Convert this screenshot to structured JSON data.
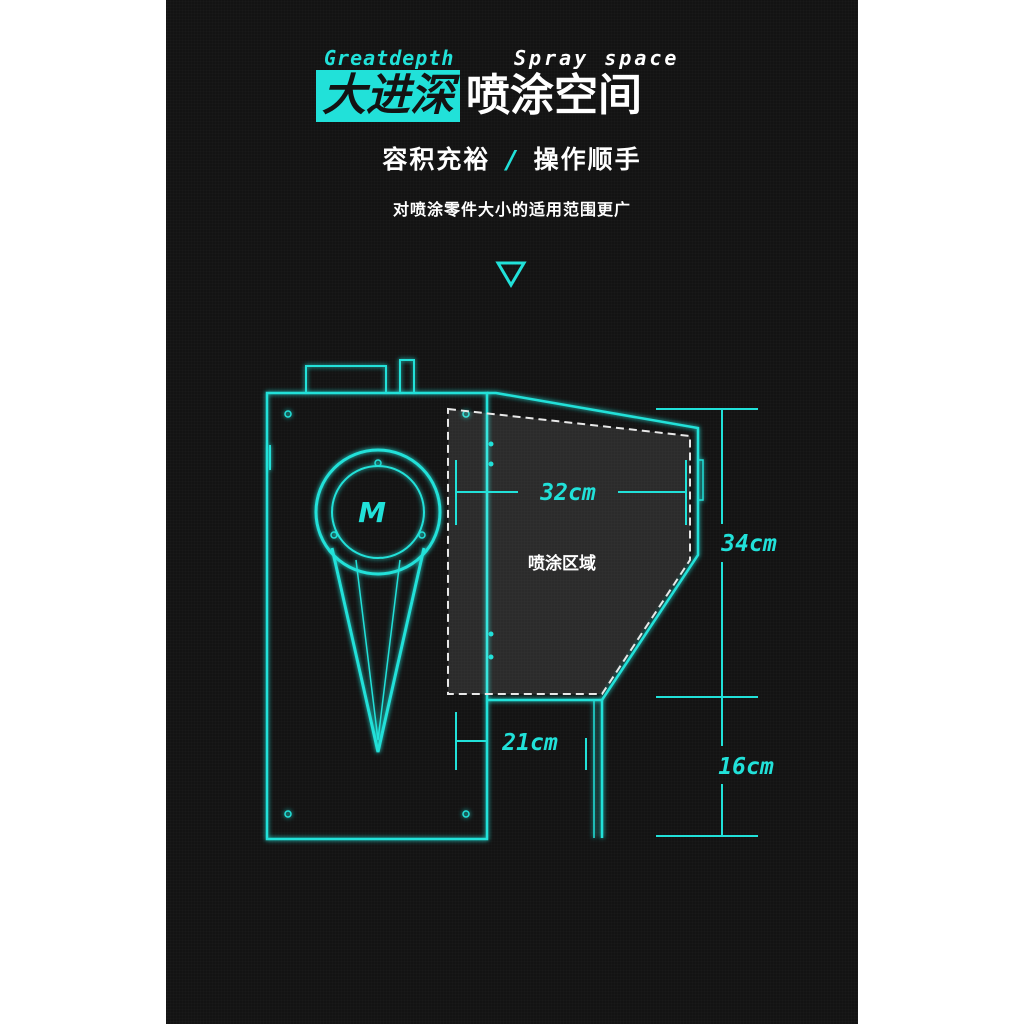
{
  "header": {
    "en_left": "Greatdepth",
    "en_right": "Spray space",
    "title_highlight": "大进深",
    "title_rest": "喷涂空间",
    "subtitle_left": "容积充裕",
    "subtitle_sep": "/",
    "subtitle_right": "操作顺手",
    "description": "对喷涂零件大小的适用范围更广"
  },
  "diagram": {
    "width_label": "32cm",
    "height_label": "34cm",
    "leg_height_label": "16cm",
    "base_depth_label": "21cm",
    "zone_label": "喷涂区域",
    "logo_text": "M"
  },
  "colors": {
    "accent": "#21e1d9",
    "background": "#131313",
    "text": "#ffffff"
  }
}
